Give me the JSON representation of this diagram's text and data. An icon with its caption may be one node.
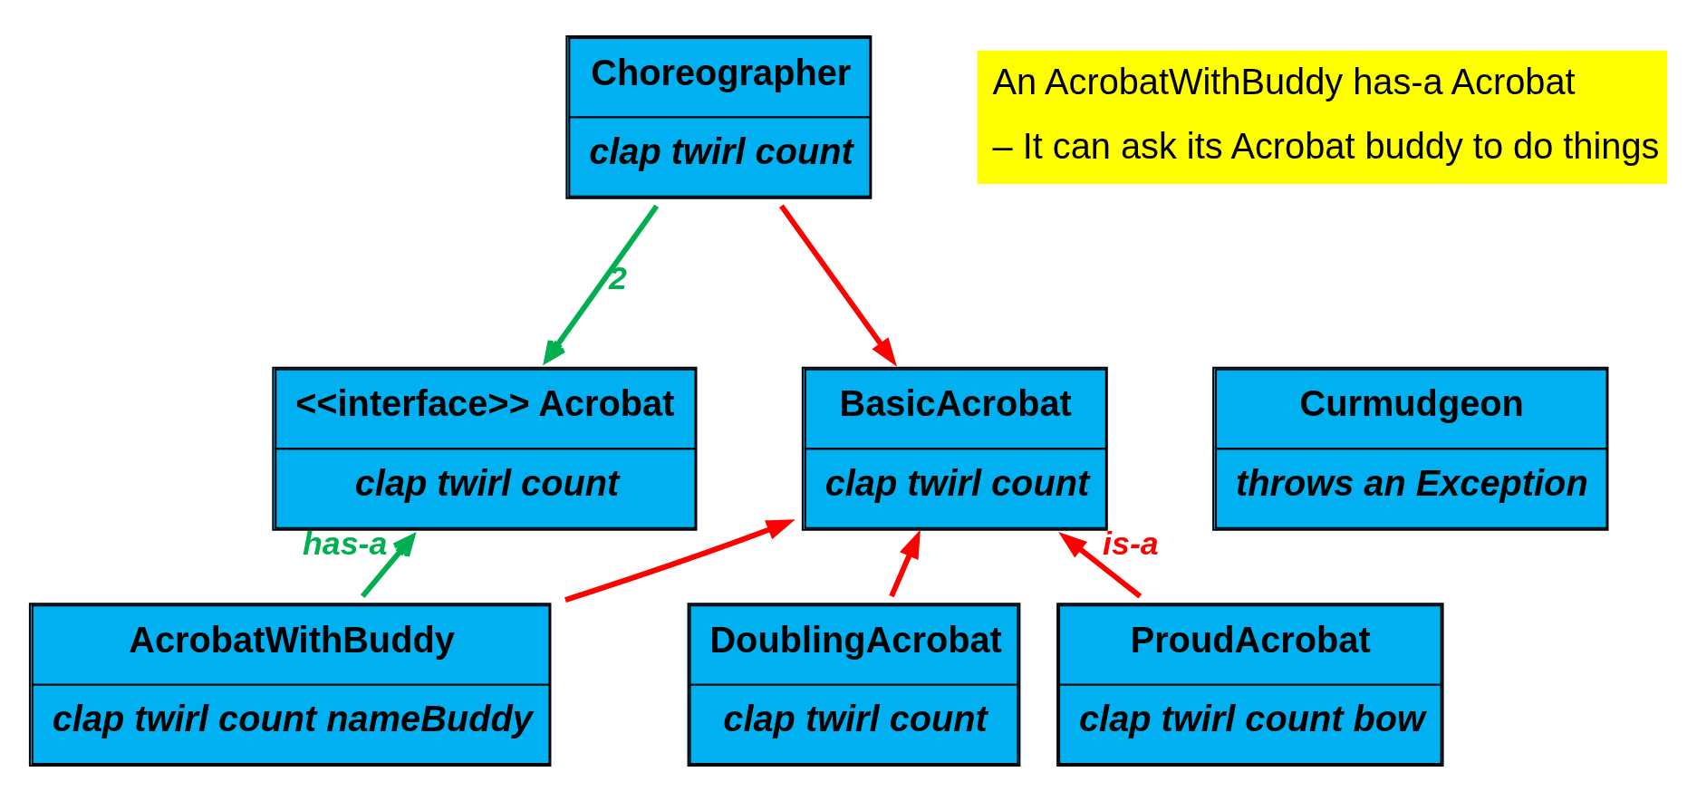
{
  "diagram": {
    "nodes": [
      {
        "text": [
          "Choreographer",
          "clap twirl count"
        ]
      },
      {
        "text": [
          "An AcrobatWithBuddy has-a Acrobat",
          "– It can ask its Acrobat buddy to do things"
        ]
      },
      {
        "text": [
          "<<interface>> Acrobat",
          "clap twirl count"
        ]
      },
      {
        "text": [
          "BasicAcrobat",
          "clap twirl count"
        ]
      },
      {
        "text": [
          "Curmudgeon",
          "throws an Exception"
        ]
      },
      {
        "text": [
          "AcrobatWithBuddy",
          "clap twirl count nameBuddy"
        ]
      },
      {
        "text": [
          "DoublingAcrobat",
          "clap twirl count"
        ]
      },
      {
        "text": [
          "ProudAcrobat",
          "clap twirl count bow"
        ]
      }
    ],
    "edges": [
      {
        "from": 0,
        "to": 2,
        "arrow": "to",
        "label": "2",
        "color": "#00b050"
      },
      {
        "from": 0,
        "to": 3,
        "arrow": "to"
      },
      {
        "from": 5,
        "to": 2,
        "arrow": "to",
        "label": "has-a",
        "color": "#00b050"
      },
      {
        "from": 5,
        "to": 3,
        "arrow": "to"
      },
      {
        "from": 6,
        "to": 3,
        "arrow": "to"
      },
      {
        "from": 7,
        "to": 3,
        "arrow": "to",
        "label": "is-a"
      }
    ]
  }
}
